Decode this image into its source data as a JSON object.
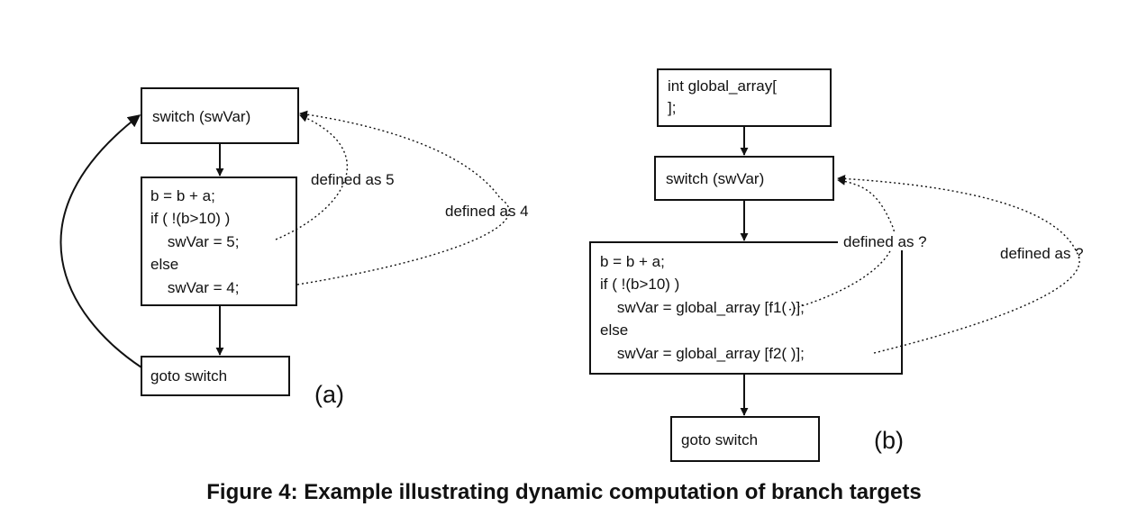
{
  "diagram_a": {
    "switch_box": [
      "switch (swVar)"
    ],
    "body_box": [
      "b = b + a;",
      "if ( !(b>10) )",
      "    swVar = 5;",
      "else",
      "    swVar = 4;"
    ],
    "goto_box": [
      "goto switch"
    ],
    "label_5": "defined as 5",
    "label_4": "defined as 4",
    "tag": "(a)"
  },
  "diagram_b": {
    "global_box": [
      "int global_array[",
      "];"
    ],
    "switch_box": [
      "switch (swVar)"
    ],
    "body_box": [
      "b = b + a;",
      "if ( !(b>10) )",
      "    swVar = global_array [f1( )];",
      "else",
      "    swVar = global_array [f2( )];"
    ],
    "goto_box": [
      "goto switch"
    ],
    "label_1": "defined as ?",
    "label_2": "defined as ?",
    "tag": "(b)"
  },
  "caption": "Figure 4: Example illustrating dynamic computation of branch targets"
}
